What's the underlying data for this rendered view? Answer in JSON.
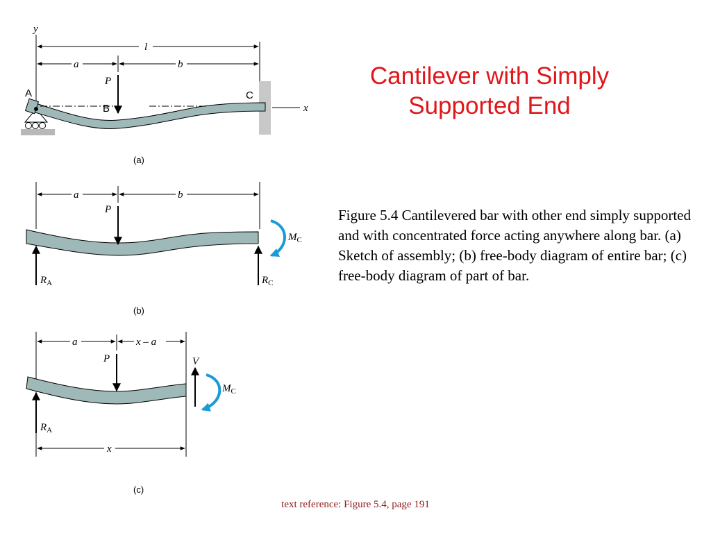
{
  "title": {
    "line1": "Cantilever with Simply",
    "line2": "Supported End"
  },
  "caption": "Figure 5.4  Cantilevered bar with other end simply supported and with concentrated force acting anywhere along bar.  (a) Sketch of assembly;  (b) free-body diagram of entire bar;  (c) free-body diagram of part of bar.",
  "footer": "text reference:  Figure 5.4,  page 191",
  "colors": {
    "title": "#e0161b",
    "beam": "#9fb9b8",
    "moment_arrow": "#1a9ad6",
    "wall": "#c8c8c8",
    "footer": "#8b1a1a"
  },
  "diagram_a": {
    "panel_label": "(a)",
    "axis_y": "y",
    "axis_x": "x",
    "dim_l": "l",
    "dim_a": "a",
    "dim_b": "b",
    "load": "P",
    "point_A": "A",
    "point_B": "B",
    "point_C": "C"
  },
  "diagram_b": {
    "panel_label": "(b)",
    "dim_a": "a",
    "dim_b": "b",
    "load": "P",
    "reaction_A": {
      "main": "R",
      "sub": "A"
    },
    "reaction_C": {
      "main": "R",
      "sub": "C"
    },
    "moment": {
      "main": "M",
      "sub": "C"
    }
  },
  "diagram_c": {
    "panel_label": "(c)",
    "dim_a": "a",
    "dim_xa": "x – a",
    "dim_x": "x",
    "load": "P",
    "shear": "V",
    "reaction_A": {
      "main": "R",
      "sub": "A"
    },
    "moment": {
      "main": "M",
      "sub": "C"
    }
  }
}
